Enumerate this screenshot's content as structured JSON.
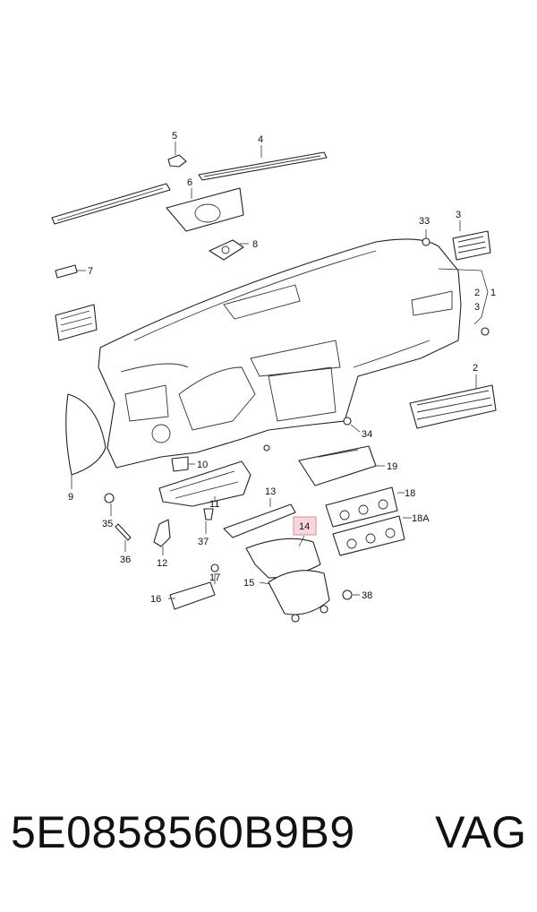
{
  "footer": {
    "part_number": "5E0858560B9B9",
    "brand": "VAG"
  },
  "callouts": {
    "c1": "1",
    "c2a": "2",
    "c2b": "2",
    "c3a": "3",
    "c3b": "3",
    "c4": "4",
    "c5": "5",
    "c6": "6",
    "c7": "7",
    "c8": "8",
    "c9": "9",
    "c10": "10",
    "c11": "11",
    "c12": "12",
    "c13": "13",
    "c14": "14",
    "c15": "15",
    "c16": "16",
    "c17": "17",
    "c18": "18",
    "c18a": "18A",
    "c19": "19",
    "c33": "33",
    "c34": "34",
    "c35": "35",
    "c36": "36",
    "c37": "37",
    "c38": "38"
  },
  "highlight": "14"
}
